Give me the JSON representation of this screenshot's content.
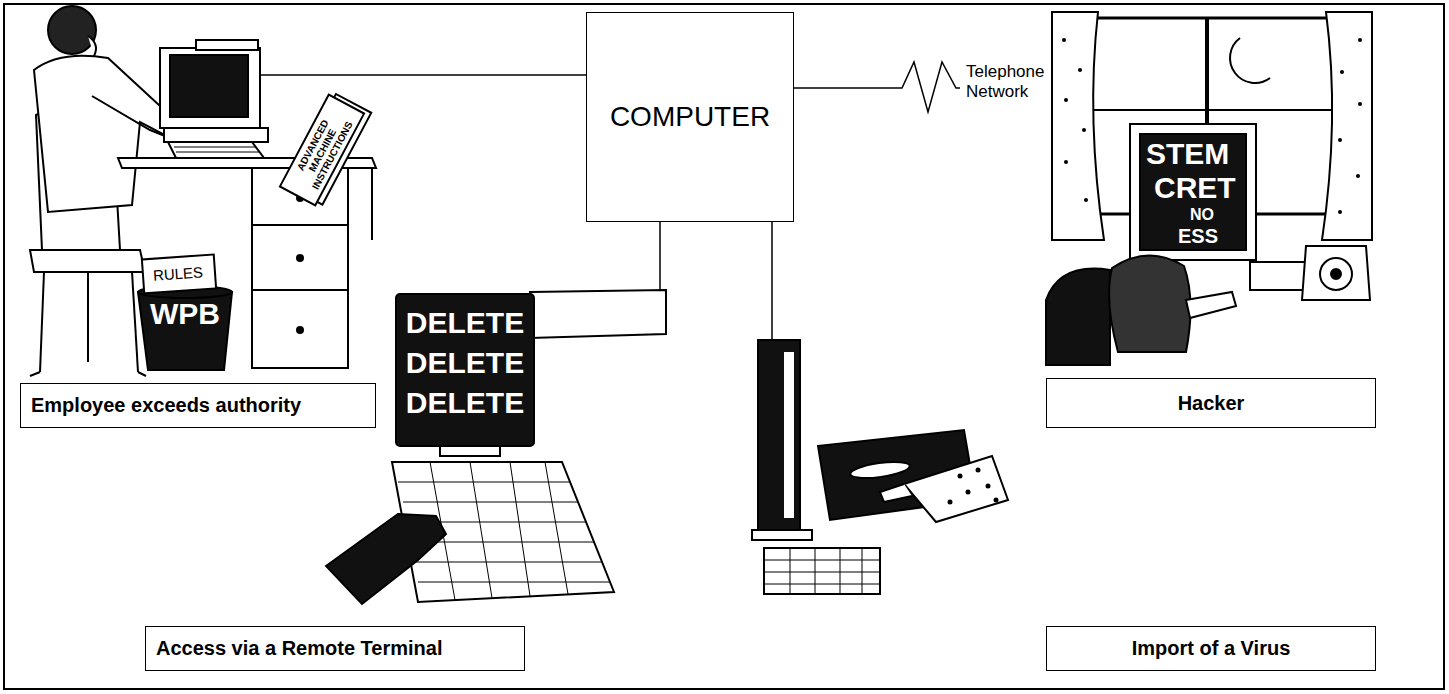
{
  "diagram": {
    "nodes": [
      {
        "text": [
          "COMPUTER"
        ]
      },
      {
        "text": [
          "Employee exceeds authority"
        ]
      },
      {
        "text": [
          "Hacker"
        ]
      },
      {
        "text": [
          "Access via a Remote Terminal"
        ]
      },
      {
        "text": [
          "Import of a Virus"
        ]
      }
    ],
    "labels": [
      "Telephone Network",
      "RULES",
      "WPB",
      "ADVANCED MACHINE INSTRUCTIONS",
      "DELETE",
      "DELETE",
      "DELETE",
      "STEM",
      "CRET",
      "NO",
      "ESS"
    ]
  }
}
